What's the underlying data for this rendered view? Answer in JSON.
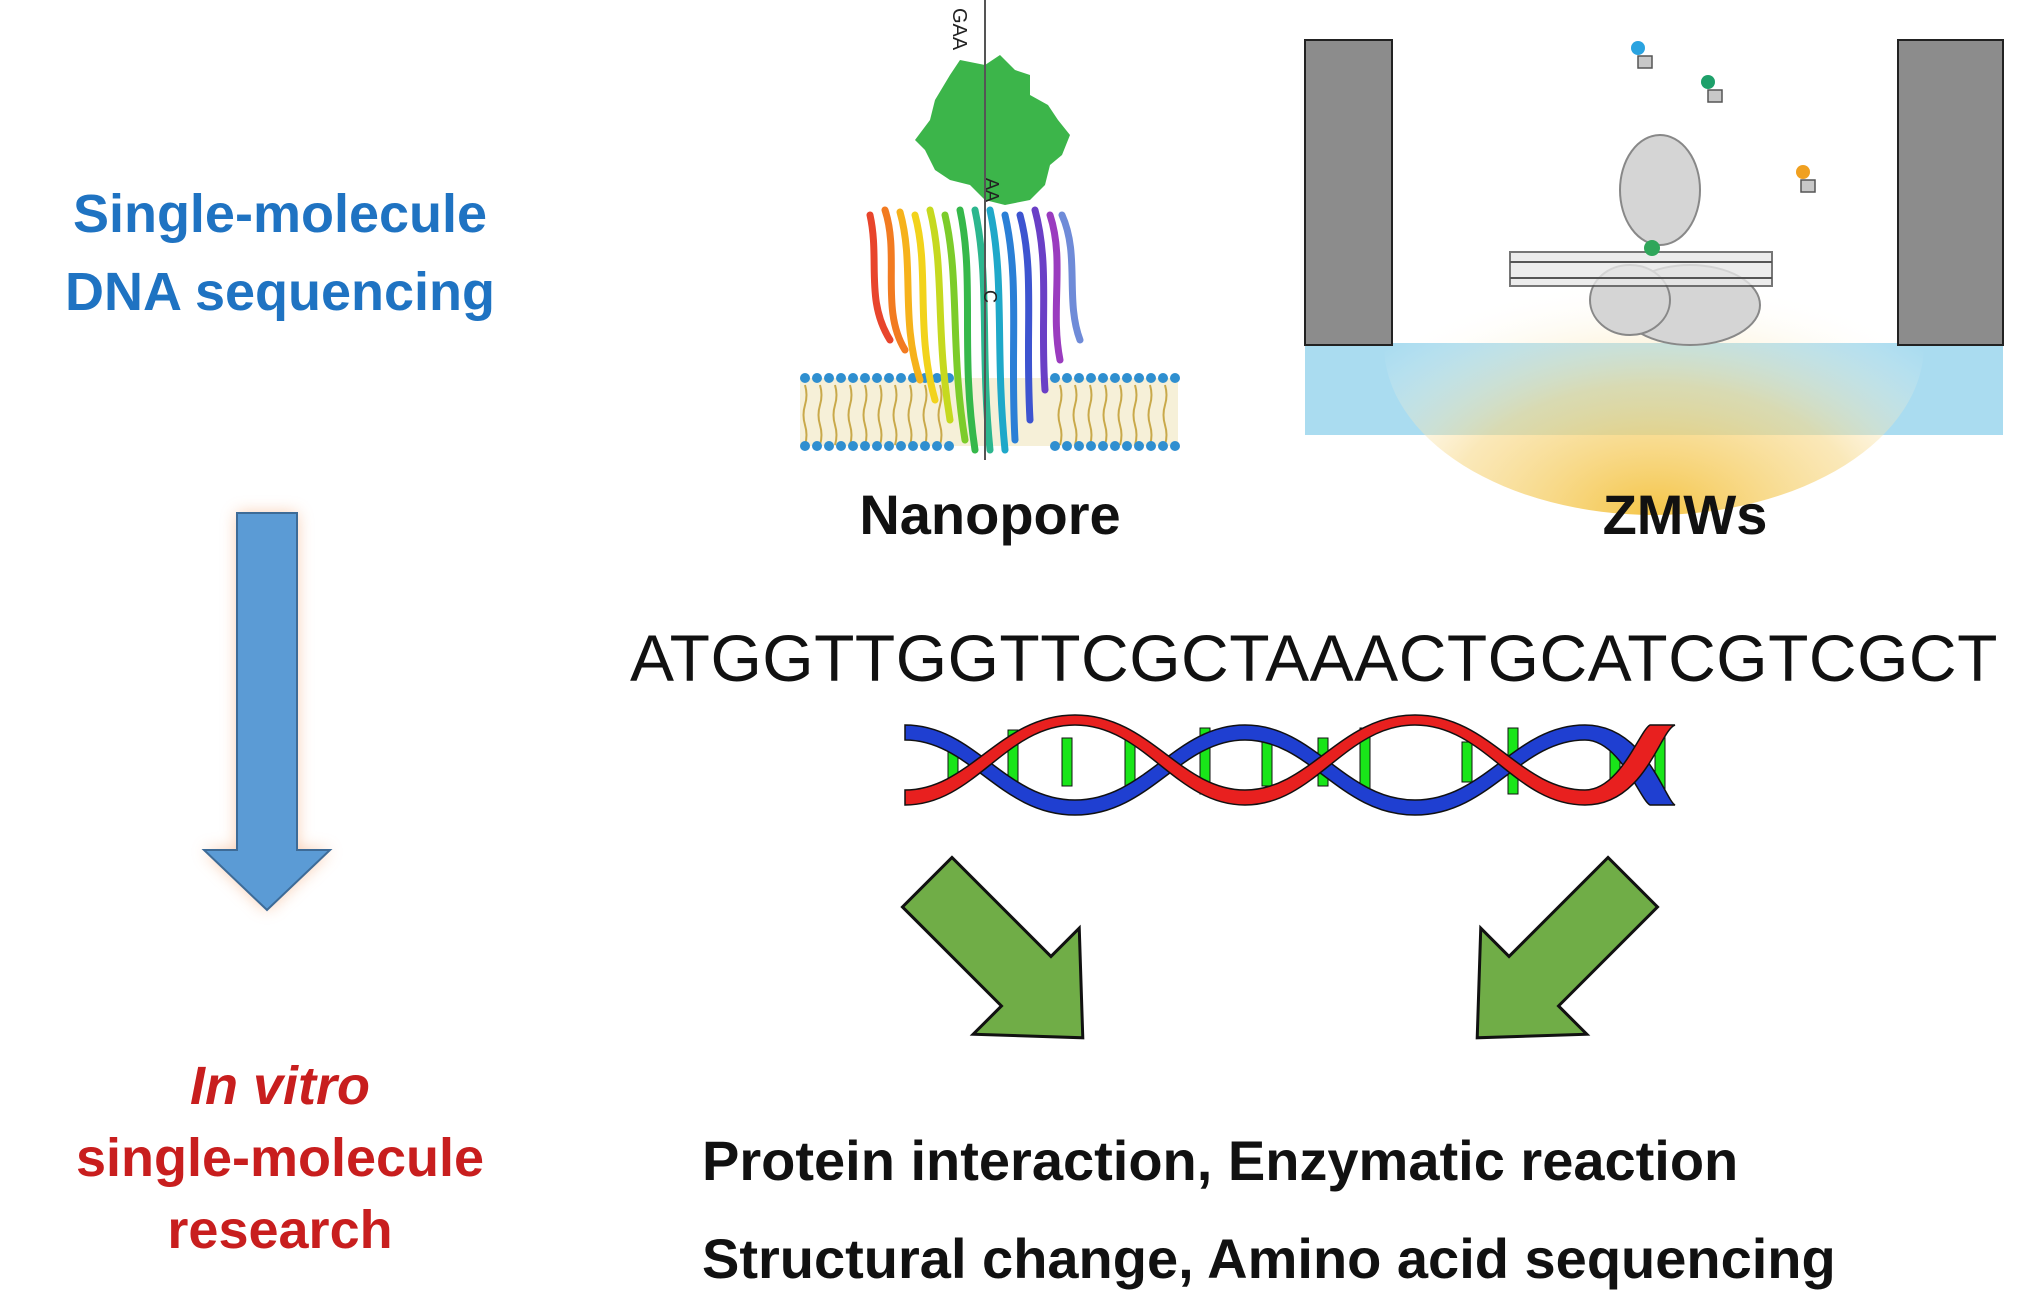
{
  "left_panel": {
    "top_line1": "Single-molecule",
    "top_line2": "DNA sequencing",
    "bottom_line1": "In vitro",
    "bottom_line2": "single-molecule",
    "bottom_line3": "research"
  },
  "panels": {
    "nanopore_label": "Nanopore",
    "zmw_label": "ZMWs",
    "strand_top": "GAA",
    "strand_mid": "AA",
    "strand_low": "C"
  },
  "sequence": "ATGGTTGGTTCGCTAAACTGCATCGTCGCT",
  "applications": {
    "line1": "Protein interaction, Enzymatic reaction",
    "line2": "Structural change, Amino acid sequencing"
  },
  "colors": {
    "title_blue": "#1f73c2",
    "title_red": "#c81e1e",
    "down_arrow": "#5b9bd5",
    "green_arrow": "#70ad47",
    "protein_green": "#3cb54a",
    "zmw_wall": "#8c8c8c",
    "zmw_substrate": "#aadcf0",
    "dna_red": "#e8201f",
    "dna_blue": "#1f3fd1",
    "dna_rung": "#19e619"
  }
}
